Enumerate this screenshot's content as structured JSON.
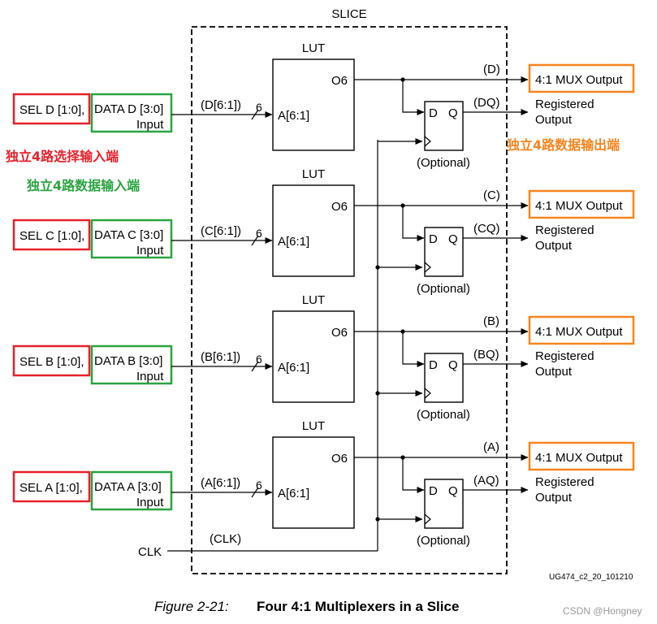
{
  "slice_label": "SLICE",
  "lut_label": "LUT",
  "lut_out_pin": "O6",
  "lut_in_pin": "A[6:1]",
  "bus_width": "6",
  "ff_d": "D",
  "ff_q": "Q",
  "optional_label": "(Optional)",
  "registered_label": "Registered",
  "output_word": "Output",
  "input_word": "Input",
  "mux_output_label": "4:1 MUX Output",
  "clk_label": "CLK",
  "clk_net": "(CLK)",
  "stages": [
    {
      "sel": "SEL D [1:0],",
      "data": "DATA D [3:0]",
      "in_net": "(D[6:1])",
      "out_net": "(D)",
      "reg_net": "(DQ)"
    },
    {
      "sel": "SEL C [1:0],",
      "data": "DATA C [3:0]",
      "in_net": "(C[6:1])",
      "out_net": "(C)",
      "reg_net": "(CQ)"
    },
    {
      "sel": "SEL B [1:0],",
      "data": "DATA B [3:0]",
      "in_net": "(B[6:1])",
      "out_net": "(B)",
      "reg_net": "(BQ)"
    },
    {
      "sel": "SEL A [1:0],",
      "data": "DATA A [3:0]",
      "in_net": "(A[6:1])",
      "out_net": "(A)",
      "reg_net": "(AQ)"
    }
  ],
  "annotations": {
    "sel_inputs": "独立4路选择输入端",
    "data_inputs": "独立4路数据输入端",
    "data_outputs": "独立4路数据输出端"
  },
  "figure_id": "UG474_c2_20_101210",
  "caption": {
    "prefix": "Figure 2-21:",
    "title": "Four 4:1 Multiplexers in a Slice"
  },
  "watermark": "CSDN @Hongney",
  "colors": {
    "sel_box": "#e8202a",
    "data_box": "#2aa441",
    "output_box": "#f7841f"
  }
}
